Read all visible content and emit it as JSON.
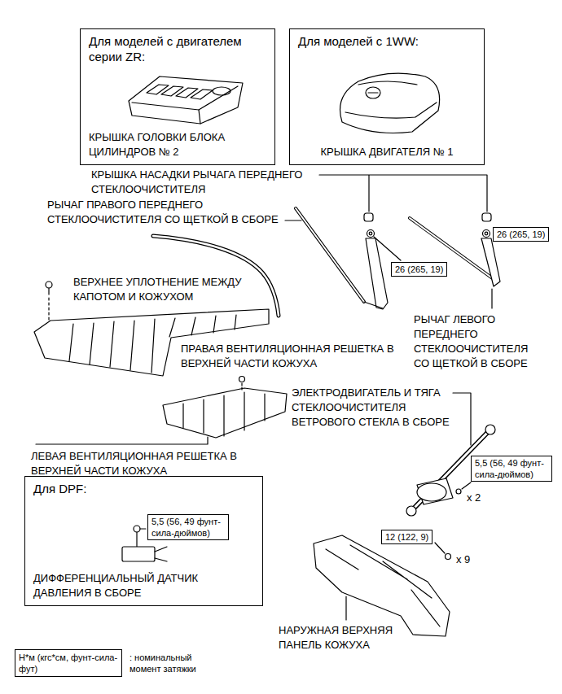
{
  "diagram": {
    "nodes": [
      {
        "text": [
          "Для моделей с двигателем серии ZR:",
          "КРЫШКА ГОЛОВКИ БЛОКА ЦИЛИНДРОВ № 2"
        ]
      },
      {
        "text": [
          "Для моделей с 1WW:",
          "КРЫШКА ДВИГАТЕЛЯ № 1"
        ]
      },
      {
        "text": [
          "26 (265, 19)"
        ]
      },
      {
        "text": [
          "26 (265, 19)"
        ]
      },
      {
        "text": [
          "5,5 (56, 49 фунт-сила-дюймов)"
        ]
      },
      {
        "text": [
          "Для DPF:",
          "ДИФФЕРЕНЦИАЛЬНЫЙ ДАТЧИК ДАВЛЕНИЯ В СБОРЕ"
        ]
      },
      {
        "text": [
          "5,5 (56, 49 фунт-сила-дюймов)"
        ],
        "in": 5
      },
      {
        "text": [
          "12 (122, 9)"
        ]
      },
      {
        "text": [
          "Н*м (кгс*см, фунт-сила-фут)",
          ": номинальный момент затяжки"
        ]
      }
    ],
    "labels": [
      "КРЫШКА НАСАДКИ РЫЧАГА ПЕРЕДНЕГО СТЕКЛООЧИСТИТЕЛЯ",
      "РЫЧАГ ПРАВОГО ПЕРЕДНЕГО СТЕКЛООЧИСТИТЕЛЯ СО ЩЕТКОЙ В СБОРЕ",
      "ВЕРХНЕЕ УПЛОТНЕНИЕ МЕЖДУ КАПОТОМ И КОЖУХОМ",
      "РЫЧАГ ЛЕВОГО ПЕРЕДНЕГО СТЕКЛООЧИСТИТЕЛЯ СО ЩЕТКОЙ В СБОРЕ",
      "ПРАВАЯ ВЕНТИЛЯЦИОННАЯ РЕШЕТКА В ВЕРХНЕЙ ЧАСТИ КОЖУХА",
      "ЭЛЕКТРОДВИГАТЕЛЬ И ТЯГА СТЕКЛООЧИСТИТЕЛЯ ВЕТРОВОГО СТЕКЛА В СБОРЕ",
      "ЛЕВАЯ ВЕНТИЛЯЦИОННАЯ РЕШЕТКА В ВЕРХНЕЙ ЧАСТИ КОЖУХА",
      "x 2",
      "x 9",
      "НАРУЖНАЯ ВЕРХНЯЯ ПАНЕЛЬ КОЖУХА"
    ]
  }
}
